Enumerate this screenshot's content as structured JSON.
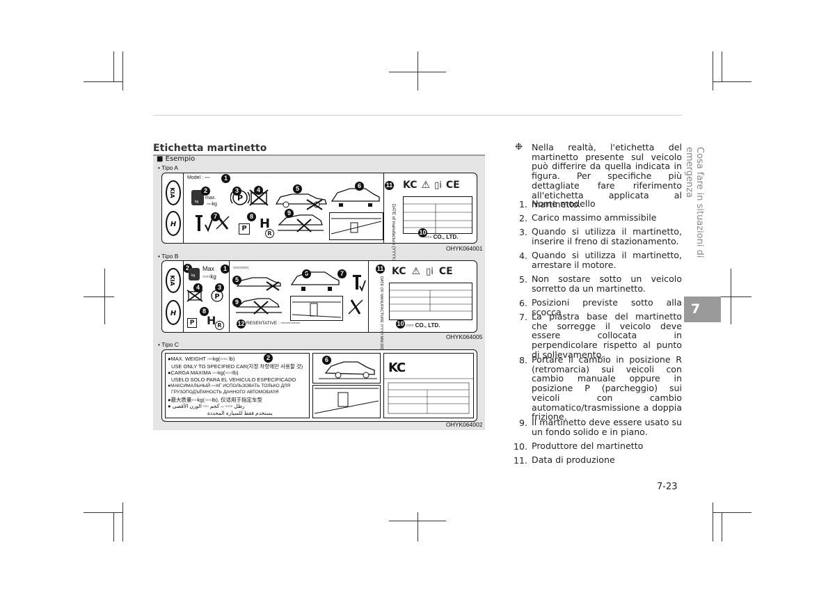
{
  "section_title": "Etichetta martinetto",
  "example_label": "■ Esempio",
  "types": [
    {
      "label": "• Tipo A",
      "code": "OHYK064001"
    },
    {
      "label": "• Tipo B",
      "code": "OHYK064005"
    },
    {
      "label": "• Tipo C",
      "code": "OHYK064002"
    }
  ],
  "label_a": {
    "model": "Model : ▫▫▫",
    "max": "max.",
    "kg": "▫▫▫kg",
    "kg_small": "kg",
    "date": "DATE of manufacture (YYYY.MM.DD)",
    "company": "▫▫▫▫ CO., LTD."
  },
  "label_b": {
    "max": "Max",
    "kg_small": "kg",
    "kg": "▫▫▫▫kg",
    "model_boxes": "▫▫▫▫▫▫▫",
    "representative": "RESENTATIVE : ▫▫▫▫▫▫▫▫▫▫▫▫",
    "date": "DATE OF MANUFACTURE (YYYY.MM.DD)",
    "company": "▫▫▫▫ CO., LTD."
  },
  "label_c": {
    "lines": [
      "●MAX. WEIGHT ▫▫▫kg(▫▫▫▫ lb)",
      "USE ONLY TO SPECIFIED CAR(지정 차량에만 사용할 것)",
      "●CARGA MAXIMA ▫▫▫kg(▫▫▫▫lb)",
      "USELO SOLO PARA EL VEHICULO ESPECIFICADO",
      "●МАКСИМАЛЬНЫЙ ▫▫▫КГ ИСПОЛЬЗОВАТЬ ТОЛЬКО ДЛЯ",
      "ГРУЗОПОДЪЁМНОСТЬ ДАННОГО АВТОМОБИЛЯ",
      "●最大质量▫▫▫kg(▫▫▫▫lb), 仅适用于指定车型",
      "● رطل ▫▫▫▫ – كجم ▫▫▫ الوزن الأقصى",
      "يستخدم فقط للسيارة المحددة"
    ]
  },
  "numbers": [
    "1",
    "2",
    "3",
    "4",
    "5",
    "6",
    "7",
    "8",
    "9",
    "10",
    "11",
    "12"
  ],
  "note": "Nella realtà, l'etichetta del martinetto presente sul veicolo può differire da quella indicata in figura. Per specifiche più dettagliate fare riferimento all'etichetta applicata al martinetto.",
  "note_symbol": "❉",
  "list": [
    {
      "n": "1.",
      "text": "Nome modello"
    },
    {
      "n": "2.",
      "text": "Carico massimo ammissibile"
    },
    {
      "n": "3.",
      "text": "Quando si utilizza il martinetto, inserire il freno di stazionamento."
    },
    {
      "n": "4.",
      "text": "Quando si utilizza il martinetto, arrestare il motore."
    },
    {
      "n": "5.",
      "text": "Non sostare sotto un veicolo sorretto da un martinetto."
    },
    {
      "n": "6.",
      "text": "Posizioni previste sotto alla scocca"
    },
    {
      "n": "7.",
      "text": "La piastra base del martinetto che sorregge il veicolo deve essere collocata in perpendicolare rispetto al punto di sollevamento."
    },
    {
      "n": "8.",
      "text": "Portare il cambio in posizione R (retromarcia) sui veicoli con cambio manuale oppure in posizione P (parcheggio) sui veicoli con cambio automatico/trasmissione a doppia frizione."
    },
    {
      "n": "9.",
      "text": "Il martinetto deve essere usato su un fondo solido e in piano."
    },
    {
      "n": "10.",
      "text": "Produttore del martinetto"
    },
    {
      "n": "11.",
      "text": "Data di produzione"
    }
  ],
  "side_tab": "Cosa fare in situazioni di emergenza",
  "chapter": "7",
  "page_number": "7-23"
}
